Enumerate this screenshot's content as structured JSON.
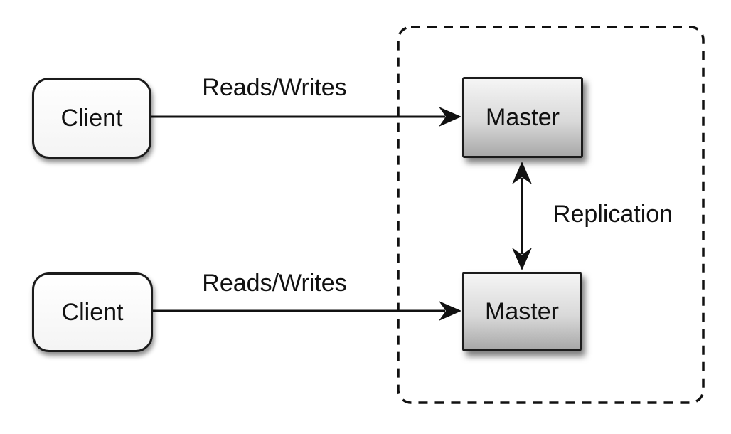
{
  "diagram": {
    "type": "architecture-diagram",
    "description": "Two clients performing reads/writes against two masters that replicate to each other inside a dashed group boundary",
    "nodes": [
      {
        "id": "client-1",
        "label": "Client",
        "shape": "rounded-rect"
      },
      {
        "id": "client-2",
        "label": "Client",
        "shape": "rounded-rect"
      },
      {
        "id": "master-1",
        "label": "Master",
        "shape": "rect"
      },
      {
        "id": "master-2",
        "label": "Master",
        "shape": "rect"
      }
    ],
    "edges": [
      {
        "from": "client-1",
        "to": "master-1",
        "label": "Reads/Writes",
        "arrows": "forward"
      },
      {
        "from": "client-2",
        "to": "master-2",
        "label": "Reads/Writes",
        "arrows": "forward"
      },
      {
        "from": "master-1",
        "to": "master-2",
        "label": "Replication",
        "arrows": "both"
      }
    ],
    "group": {
      "style": "dashed-rounded-rect",
      "members": [
        "master-1",
        "master-2"
      ]
    },
    "colors": {
      "background": "#ffffff",
      "line": "#111111",
      "node_border": "#1b1b1b",
      "text": "#111111",
      "master_fill_top": "#f5f5f5",
      "master_fill_bottom": "#a9a9a9",
      "client_fill": "#ffffff"
    }
  }
}
